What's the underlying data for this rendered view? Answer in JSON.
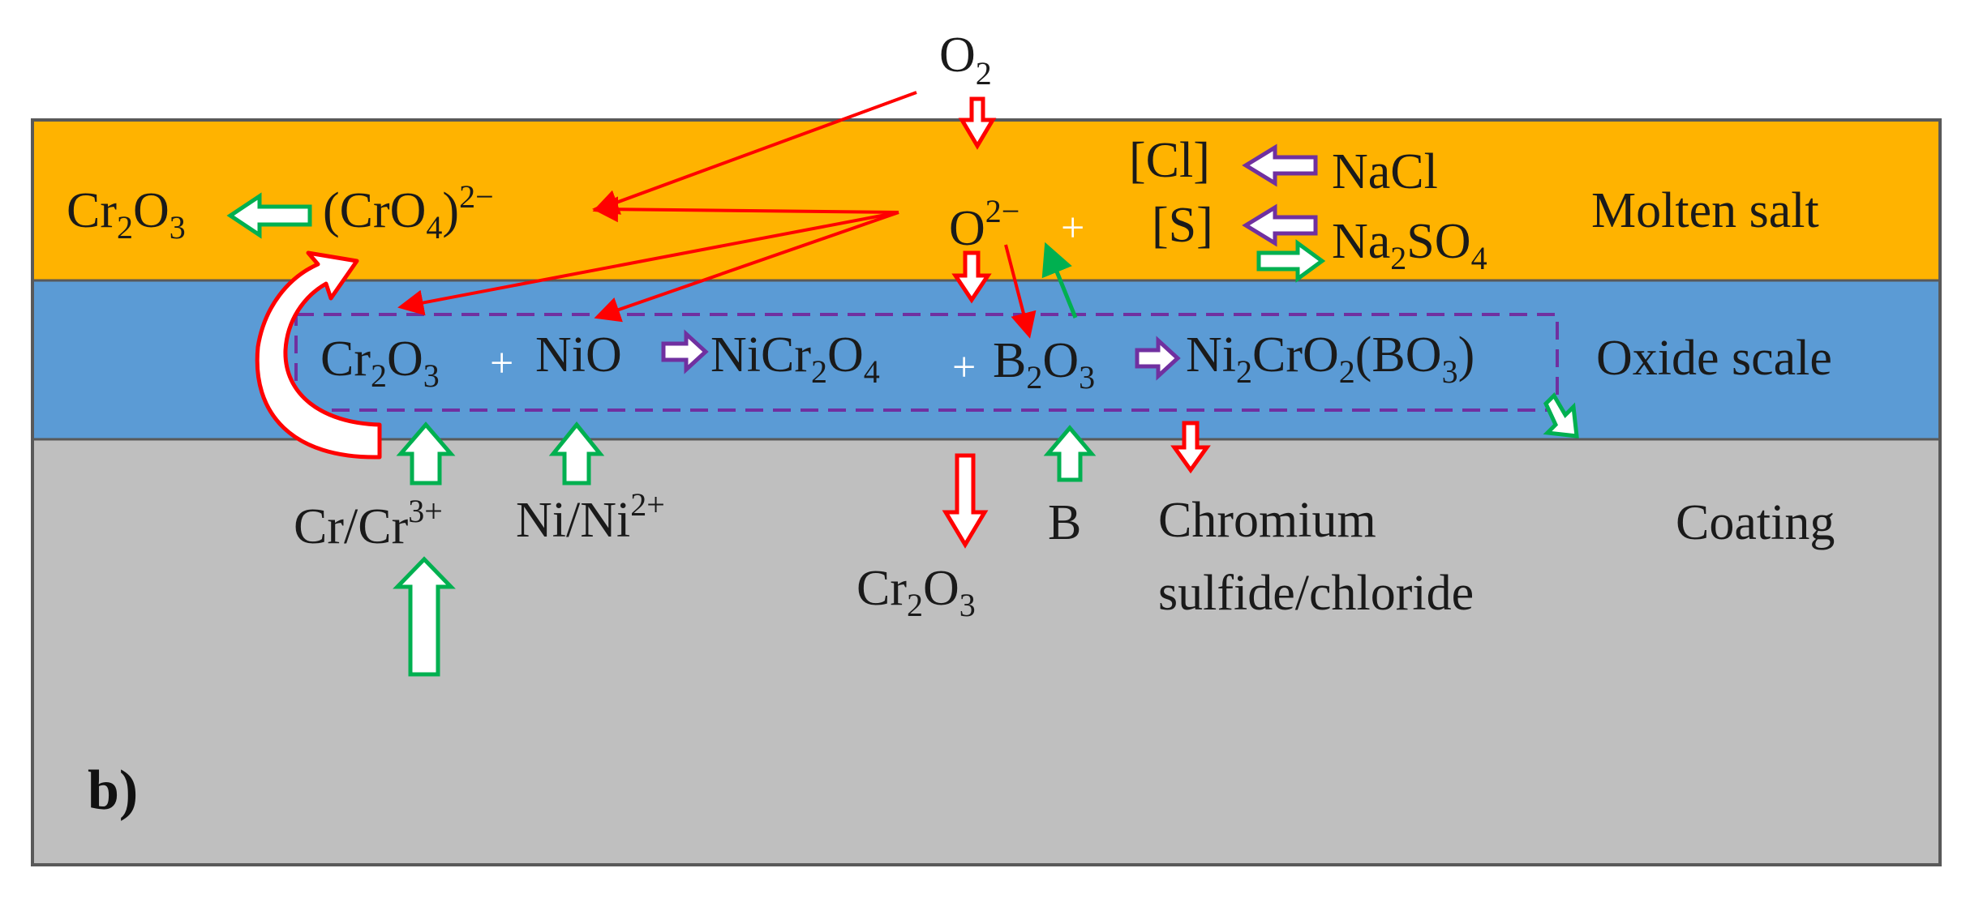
{
  "colors": {
    "molten_salt": "#FFB300",
    "oxide_scale": "#5B9BD5",
    "coating": "#BFBFBF",
    "red_arrow": "#FF0000",
    "green_arrow": "#00B050",
    "purple_arrow": "#7030A0",
    "dashed_box": "#7030A0",
    "border": "#595959"
  },
  "layers": {
    "molten_salt": "Molten salt",
    "oxide_scale": "Oxide scale",
    "coating": "Coating"
  },
  "panel_label": "b)",
  "species": {
    "o2": {
      "base": "O",
      "sub": "2"
    },
    "o2_ion": {
      "base": "O",
      "sup": "2−"
    },
    "cl": "[Cl]",
    "nacl": "NaCl",
    "s": "[S]",
    "na2so4": {
      "p1": "Na",
      "s1": "2",
      "p2": "SO",
      "s2": "4"
    },
    "cr2o3_salt": {
      "p1": "Cr",
      "s1": "2",
      "p2": "O",
      "s2": "3"
    },
    "cro4": {
      "p1": "(CrO",
      "s1": "4",
      "p2": ")",
      "sup": "2−"
    },
    "cr2o3_scale": {
      "p1": "Cr",
      "s1": "2",
      "p2": "O",
      "s2": "3"
    },
    "nio": "NiO",
    "nicr2o4": {
      "p1": "NiCr",
      "s1": "2",
      "p2": "O",
      "s2": "4"
    },
    "b2o3": {
      "p1": "B",
      "s1": "2",
      "p2": "O",
      "s2": "3"
    },
    "ni2cro2bo3": {
      "p1": "Ni",
      "s1": "2",
      "p2": "CrO",
      "s2": "2",
      "p3": "(BO",
      "s3": "3",
      "p4": ")"
    },
    "cr_ion": {
      "base": "Cr/Cr",
      "sup": "3+"
    },
    "ni_ion": {
      "base": "Ni/Ni",
      "sup": "2+"
    },
    "cr2o3_coating": {
      "p1": "Cr",
      "s1": "2",
      "p2": "O",
      "s2": "3"
    },
    "b": "B",
    "chromium_line1": "Chromium",
    "chromium_line2": "sulfide/chloride",
    "plus": "+"
  }
}
